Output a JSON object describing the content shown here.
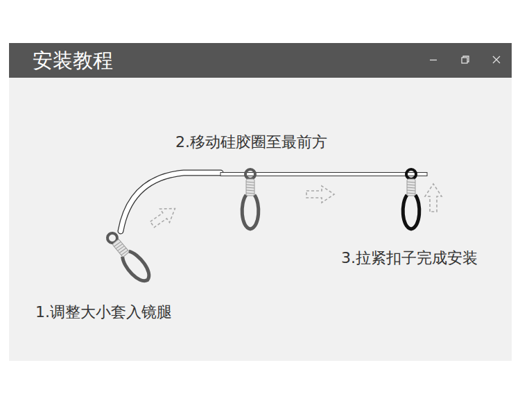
{
  "diagram": {
    "title": "安装教程",
    "labels": [
      "2.移动硅胶圈至最前方",
      "3.拉紧扣子完成安装",
      "1.调整大小套入镜腿"
    ]
  }
}
